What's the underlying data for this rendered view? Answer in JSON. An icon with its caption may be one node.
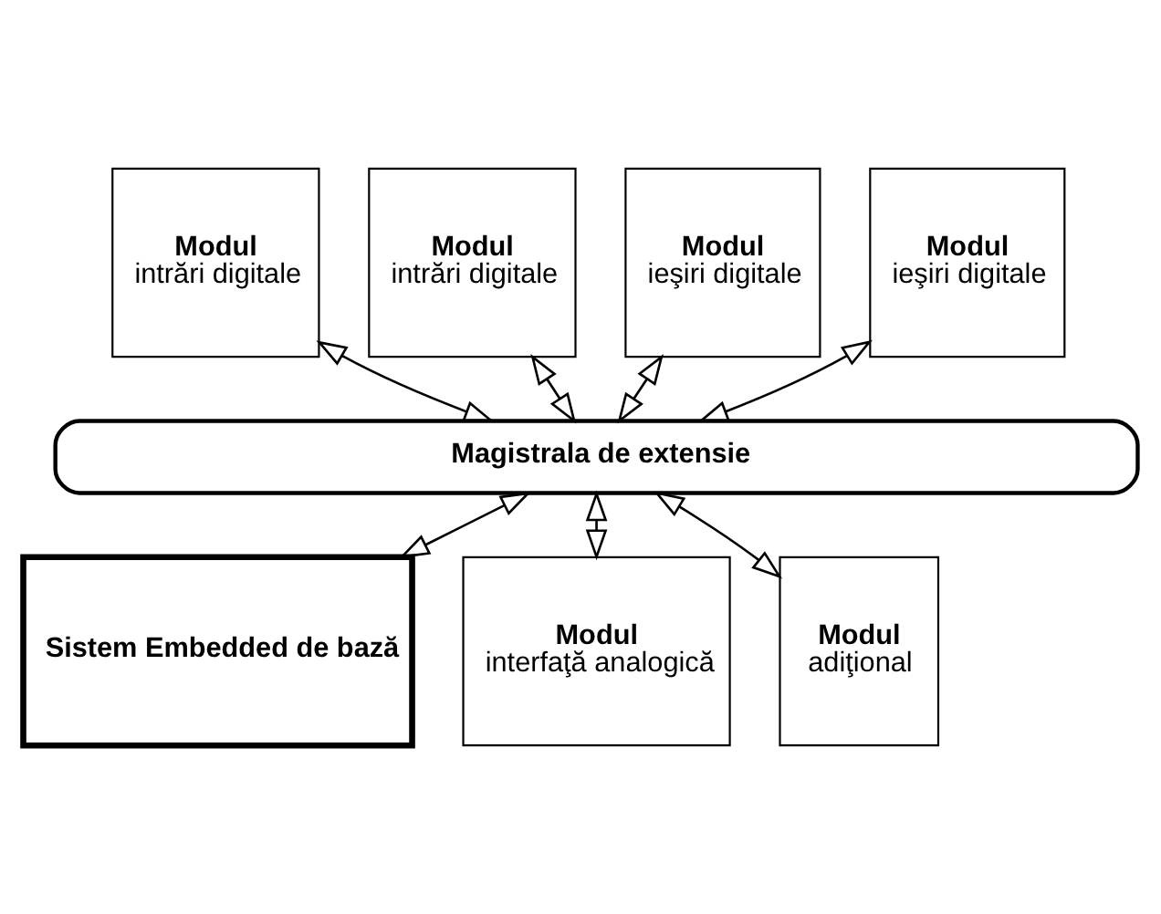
{
  "diagram": {
    "nodes": [
      {
        "text": [
          "Modul",
          "intrări digitale"
        ]
      },
      {
        "text": [
          "Modul",
          "intrări digitale"
        ]
      },
      {
        "text": [
          "Modul",
          "ieşiri digitale"
        ]
      },
      {
        "text": [
          "Modul",
          "ieşiri digitale"
        ]
      },
      {
        "text": [
          "Magistrala de extensie"
        ]
      },
      {
        "text": [
          "Sistem Embedded de bază"
        ]
      },
      {
        "text": [
          "Modul",
          "interfaţă analogică"
        ]
      },
      {
        "text": [
          "Modul",
          "adiţional"
        ]
      }
    ],
    "edges": [
      {
        "from": 0,
        "to": 4,
        "arrow": "both"
      },
      {
        "from": 1,
        "to": 4,
        "arrow": "both"
      },
      {
        "from": 2,
        "to": 4,
        "arrow": "both"
      },
      {
        "from": 3,
        "to": 4,
        "arrow": "both"
      },
      {
        "from": 4,
        "to": 5,
        "arrow": "both"
      },
      {
        "from": 4,
        "to": 6,
        "arrow": "both"
      },
      {
        "from": 4,
        "to": 7,
        "arrow": "both"
      }
    ]
  }
}
